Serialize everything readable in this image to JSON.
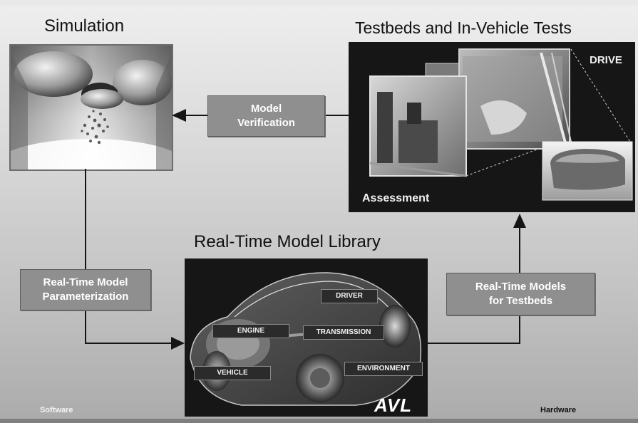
{
  "titles": {
    "simulation": "Simulation",
    "testbeds": "Testbeds and In-Vehicle Tests",
    "library": "Real-Time Model Library"
  },
  "flow_boxes": {
    "verification": [
      "Model",
      "Verification"
    ],
    "parameterization": [
      "Real-Time Model",
      "Parameterization"
    ],
    "testbed_models": [
      "Real-Time Models",
      "for Testbeds"
    ]
  },
  "testbed_panel": {
    "drive": "DRIVE",
    "assessment": "Assessment"
  },
  "library_panel": {
    "tags": {
      "driver": "DRIVER",
      "engine": "ENGINE",
      "transmission": "TRANSMISSION",
      "vehicle": "VEHICLE",
      "environment": "ENVIRONMENT"
    },
    "logo": "AVL"
  },
  "footer": {
    "software": "Software",
    "hardware": "Hardware"
  },
  "colors": {
    "flow_box": "#8f8f8f",
    "dark_panel": "#161616",
    "background_top": "#efefef",
    "background_bottom": "#ababab"
  }
}
